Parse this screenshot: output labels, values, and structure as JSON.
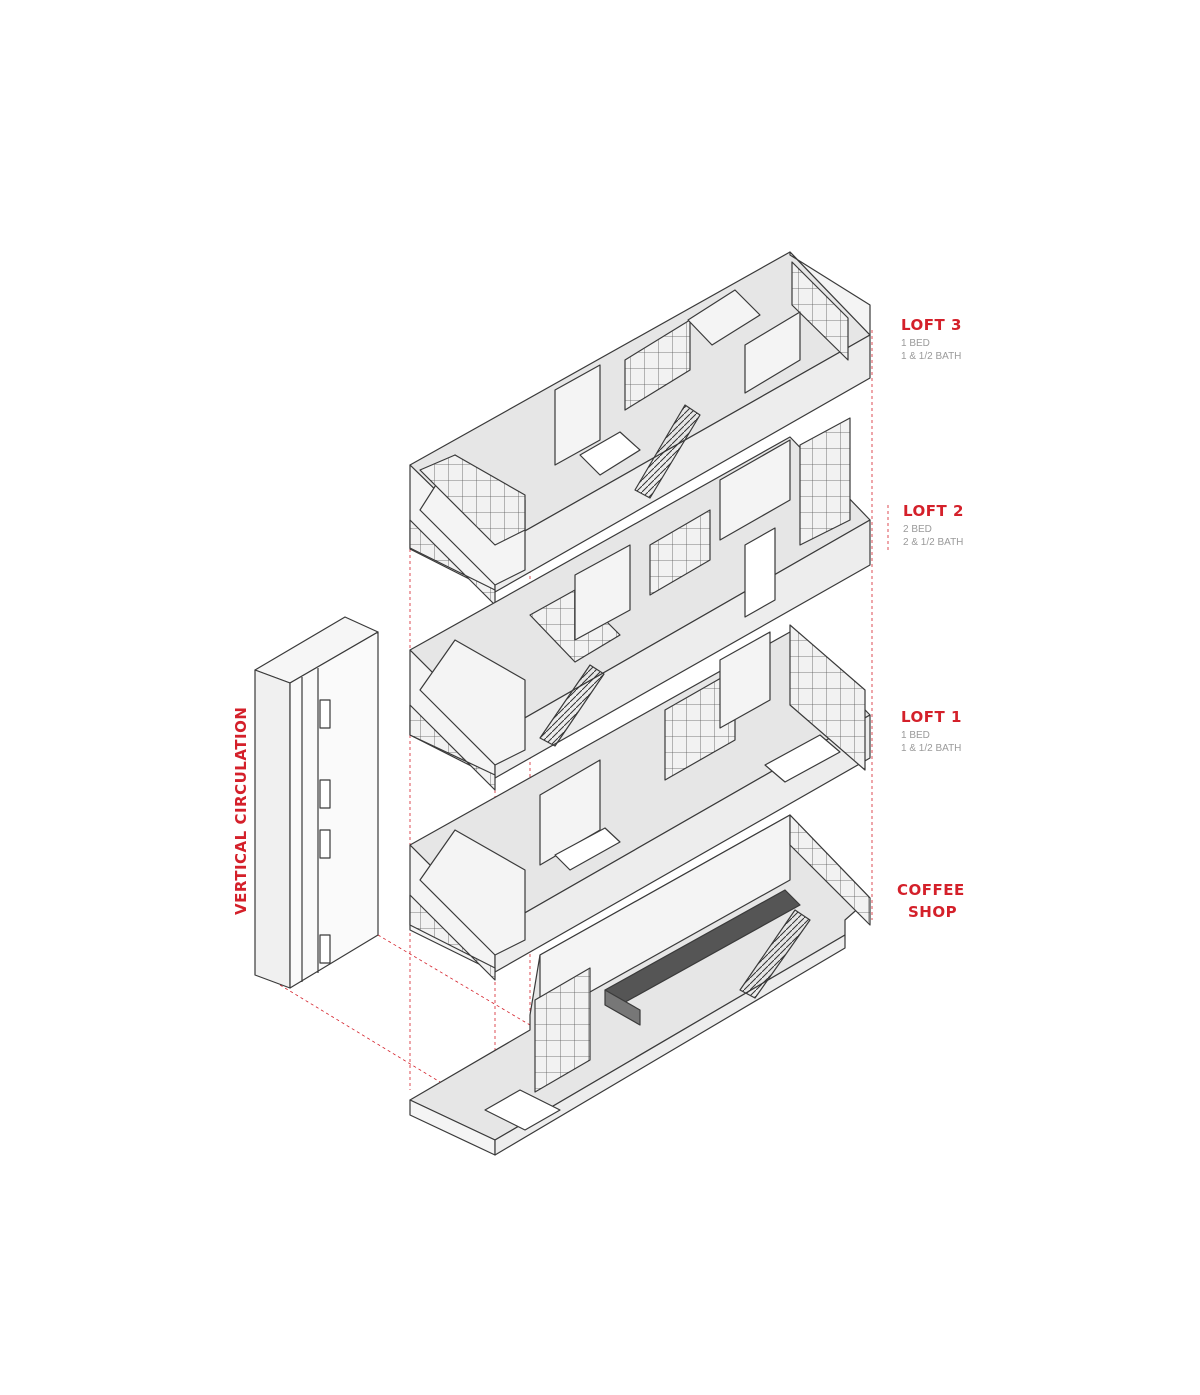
{
  "levels": [
    {
      "name": "LOFT 3",
      "beds": "1 BED",
      "baths": "1 & 1/2 BATH"
    },
    {
      "name": "LOFT 2",
      "beds": "2 BED",
      "baths": "2 & 1/2 BATH"
    },
    {
      "name": "LOFT 1",
      "beds": "1 BED",
      "baths": "1 & 1/2 BATH"
    },
    {
      "name_line1": "COFFEE",
      "name_line2": "SHOP"
    }
  ],
  "circulation_label": "VERTICAL CIRCULATION",
  "colors": {
    "accent": "#d4202a",
    "line": "#3a3a3a",
    "floor": "#e6e6e6",
    "wall": "#f4f4f4",
    "subtext": "#9a9a9a"
  }
}
